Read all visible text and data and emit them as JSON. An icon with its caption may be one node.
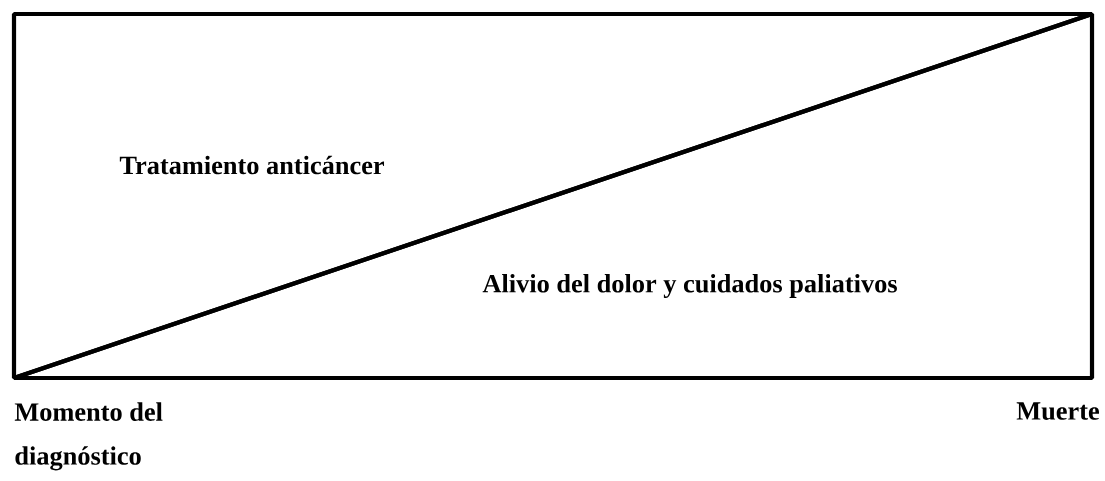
{
  "diagram": {
    "nodes": [
      {
        "text": [
          "Tratamiento anticáncer"
        ]
      },
      {
        "text": [
          "Alivio del dolor y cuidados paliativos"
        ]
      }
    ],
    "labels": [
      "Momento del diagnóstico",
      "Muerte"
    ]
  }
}
